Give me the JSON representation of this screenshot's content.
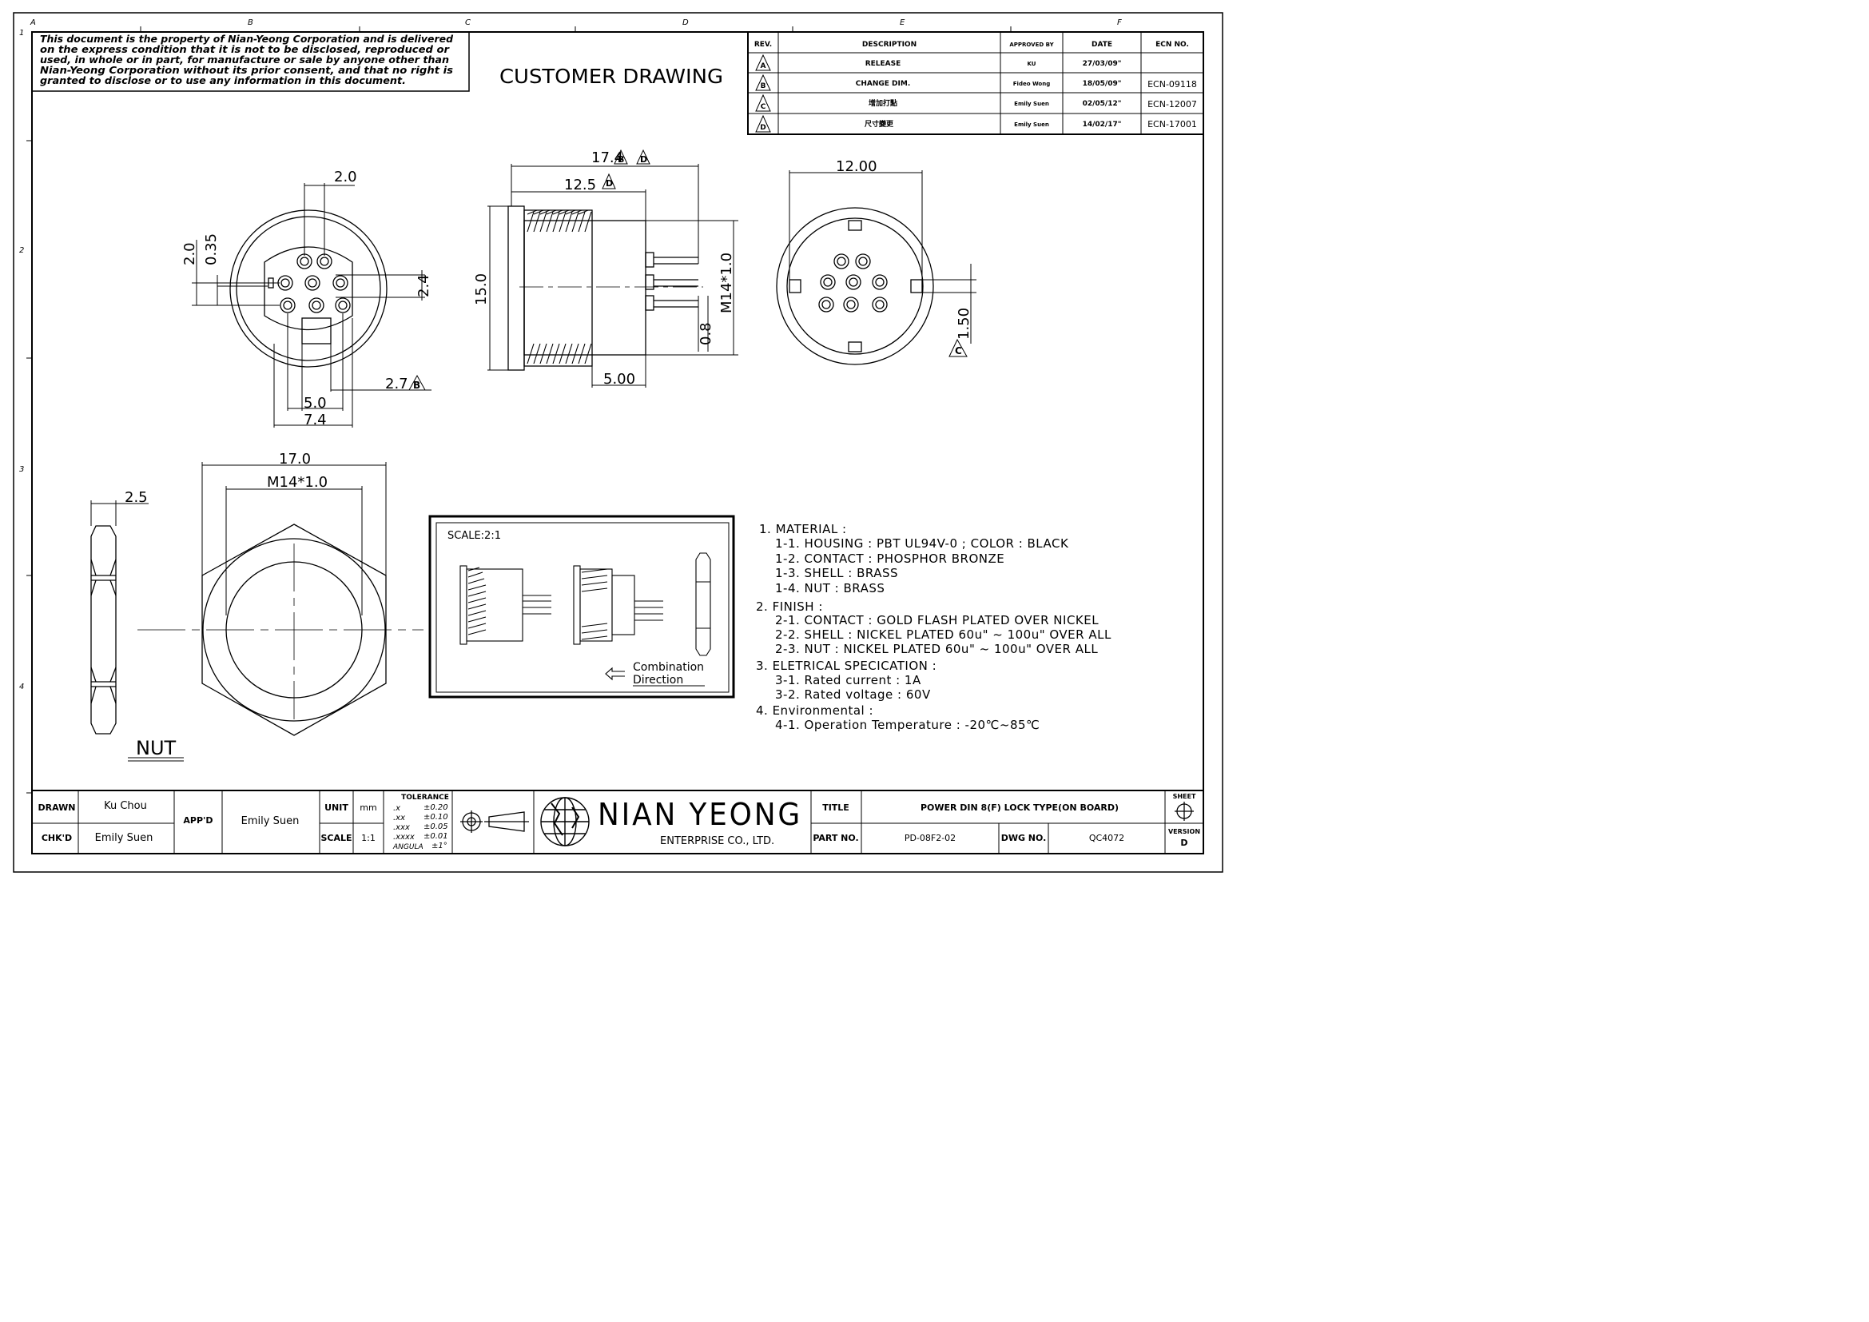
{
  "zones": {
    "columns": [
      "A",
      "B",
      "C",
      "D",
      "E",
      "F"
    ],
    "rows": [
      "1",
      "2",
      "3",
      "4"
    ]
  },
  "notice": [
    "This document is the property of Nian-Yeong Corporation and is delivered",
    "on the express condition that it is not to be disclosed, reproduced or",
    "used, in whole or in part, for manufacture or sale by anyone other than",
    "Nian-Yeong Corporation without its prior consent, and that no right is",
    "granted to disclose or to use any information in this document."
  ],
  "title_text": "CUSTOMER DRAWING",
  "revision_table": {
    "headers": [
      "REV.",
      "DESCRIPTION",
      "APPROVED BY",
      "DATE",
      "ECN NO."
    ],
    "rows": [
      {
        "rev": "A",
        "description": "RELEASE",
        "approved": "KU",
        "date": "27/03/09\"",
        "ecn": ""
      },
      {
        "rev": "B",
        "description": "CHANGE DIM.",
        "approved": "Fideo Wong",
        "date": "18/05/09\"",
        "ecn": "ECN-09118"
      },
      {
        "rev": "C",
        "description": "增加打點",
        "approved": "Emily Suen",
        "date": "02/05/12\"",
        "ecn": "ECN-12007"
      },
      {
        "rev": "D",
        "description": "尺寸變更",
        "approved": "Emily Suen",
        "date": "14/02/17\"",
        "ecn": "ECN-17001"
      }
    ]
  },
  "dimensions": {
    "front": {
      "d1": "2.0",
      "d2": "2.0",
      "d3": "0.35",
      "d4": "2.4",
      "d5": "2.7",
      "d6": "5.0",
      "d7": "7.4",
      "rev_d5": "B"
    },
    "side": {
      "d1": "17.4",
      "d2": "12.5",
      "d3": "15.0",
      "d4": "M14*1.0",
      "d5": "0.8",
      "d6": "5.00",
      "rev_d1a": "B",
      "rev_d1b": "D",
      "rev_d2": "D"
    },
    "rear": {
      "d1": "12.00",
      "d2": "1.50",
      "rev_d2": "C"
    },
    "nut": {
      "d1": "2.5",
      "d2": "17.0",
      "d3": "M14*1.0",
      "label": "NUT"
    }
  },
  "assembly": {
    "scale_label": "SCALE:2:1",
    "direction_label_1": "Combination",
    "direction_label_2": "Direction"
  },
  "notes": [
    "1. MATERIAL :",
    "1-1. HOUSING : PBT UL94V-0 ; COLOR : BLACK",
    "1-2. CONTACT : PHOSPHOR BRONZE",
    "1-3. SHELL : BRASS",
    "1-4. NUT : BRASS",
    "2. FINISH :",
    "2-1. CONTACT : GOLD FLASH PLATED OVER NICKEL",
    "2-2. SHELL : NICKEL PLATED 60u\" ~ 100u\" OVER ALL",
    "2-3. NUT : NICKEL PLATED 60u\" ~ 100u\" OVER ALL",
    "3. ELETRICAL SPECICATION :",
    "3-1. Rated current : 1A",
    "3-2. Rated voltage : 60V",
    "4. Environmental :",
    "4-1. Operation Temperature : -20℃~85℃"
  ],
  "title_block": {
    "drawn_label": "DRAWN",
    "drawn_value": "Ku Chou",
    "chkd_label": "CHK'D",
    "chkd_value": "Emily Suen",
    "appd_label": "APP'D",
    "appd_value": "Emily Suen",
    "unit_label": "UNIT",
    "unit_value": "mm",
    "scale_label": "SCALE",
    "scale_value": "1:1",
    "tolerance_title": "TOLERANCE",
    "tolerances": [
      {
        "k": ".x",
        "v": "±0.20"
      },
      {
        "k": ".xx",
        "v": "±0.10"
      },
      {
        "k": ".xxx",
        "v": "±0.05"
      },
      {
        "k": ".xxxx",
        "v": "±0.01"
      },
      {
        "k": "ANGULA",
        "v": "±1°"
      }
    ],
    "company": "NIAN YEONG",
    "company_sub": "ENTERPRISE CO., LTD.",
    "title_label": "TITLE",
    "title_value": "POWER DIN 8(F) LOCK TYPE(ON BOARD)",
    "partno_label": "PART NO.",
    "partno_value": "PD-08F2-02",
    "dwgno_label": "DWG NO.",
    "dwgno_value": "QC4072",
    "sheet_label": "SHEET",
    "version_label": "VERSION",
    "version_value": "D"
  }
}
